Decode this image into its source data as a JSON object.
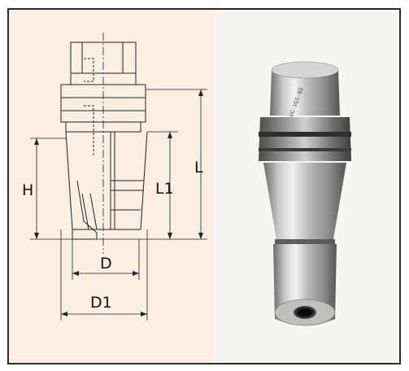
{
  "diagram": {
    "dimension_labels": {
      "H": "H",
      "L": "L",
      "L1": "L1",
      "D": "D",
      "D1": "D1"
    }
  },
  "photo": {
    "engraving": "UG-VGS-65"
  },
  "colors": {
    "left_panel": "#fbefe3",
    "right_panel": "#f5f5f3",
    "frame": "#2a2a2a"
  }
}
